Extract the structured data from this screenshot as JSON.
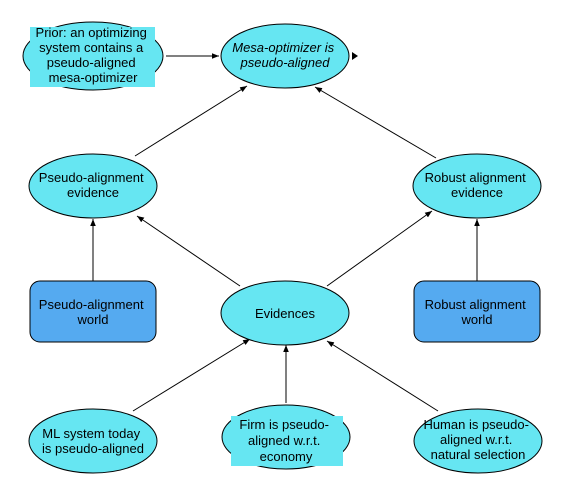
{
  "nodes": {
    "prior": {
      "lines": [
        "Prior: an optimizing",
        "system contains a",
        "pseudo-aligned",
        "mesa-optimizer"
      ]
    },
    "mesa_optimizer": {
      "lines": [
        "Mesa-optimizer is",
        "pseudo-aligned"
      ]
    },
    "pseudo_evidence": {
      "lines": [
        "Pseudo-alignment",
        "evidence"
      ]
    },
    "robust_evidence": {
      "lines": [
        "Robust alignment",
        "evidence"
      ]
    },
    "pseudo_world": {
      "lines": [
        "Pseudo-alignment",
        "world"
      ]
    },
    "evidences": {
      "lines": [
        "Evidences"
      ]
    },
    "robust_world": {
      "lines": [
        "Robust alignment",
        "world"
      ]
    },
    "ml_system": {
      "lines": [
        "ML system today",
        "is pseudo-aligned"
      ]
    },
    "firm": {
      "lines": [
        "Firm is pseudo-",
        "aligned w.r.t.",
        "economy"
      ]
    },
    "human": {
      "lines": [
        "Human is pseudo-",
        "aligned w.r.t.",
        "natural selection"
      ]
    }
  },
  "colors": {
    "ellipse_fill": "#66e6f2",
    "box_fill": "#55aaf0",
    "text_highlight": "#66e6f2",
    "stroke": "#000000"
  }
}
